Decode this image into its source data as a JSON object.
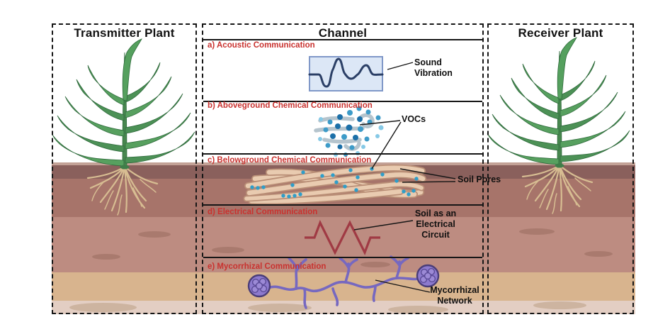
{
  "panels": {
    "transmitter": {
      "title": "Transmitter Plant"
    },
    "channel": {
      "title": "Channel"
    },
    "receiver": {
      "title": "Receiver Plant"
    }
  },
  "sections": {
    "a": {
      "label": "a) Acoustic Communication"
    },
    "b": {
      "label": "b) Aboveground Chemical Communication"
    },
    "c": {
      "label": "c) Belowground Chemical Communication"
    },
    "d": {
      "label": "d) Electrical Communication"
    },
    "e": {
      "label": "e) Mycorrhizal Communication"
    }
  },
  "annotations": {
    "sound_vibration": "Sound Vibration",
    "vocs": "VOCs",
    "soil_pores": "Soil Pores",
    "electrical_circuit": "Soil as an Electrical Circuit",
    "mycorrhizal_network": "Mycorrhizal Network"
  },
  "colors": {
    "section_heading_red": "#c9322f",
    "line_black": "#161616",
    "wave_blue": "#2b3f66",
    "wave_box_fill": "#dce7f6",
    "wave_box_border": "#8098c8",
    "voc_dot_dark": "#1b6fa8",
    "voc_dot_mid": "#3d9bc8",
    "voc_dot_light": "#86c9e6",
    "wind_swirl_gray": "#b5c4cd",
    "pore_fill": "#e9cbb0",
    "pore_edge": "#b98e76",
    "pore_dot_blue": "#2f9ec9",
    "circuit_red": "#a03a44",
    "mycorrhizal_purple": "#7668c0",
    "leaf_green": "#57a05f",
    "root_tan": "#d7bd92",
    "soil_layers": [
      "#8a605c",
      "#a7746a",
      "#bd8c81",
      "#d8b48e",
      "#e3cec3"
    ]
  }
}
